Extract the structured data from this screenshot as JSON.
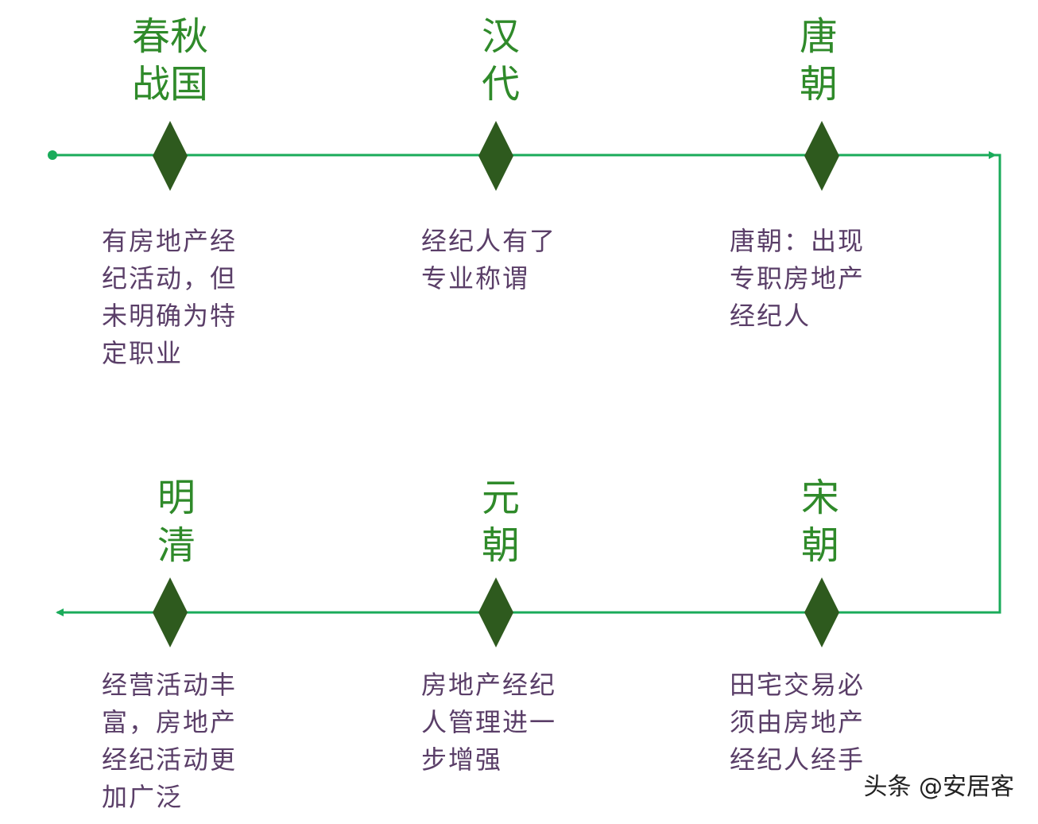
{
  "colors": {
    "line": "#1aab5a",
    "diamond": "#2e5a1e",
    "period_text": "#2f8a2a",
    "desc_text": "#5a3e68"
  },
  "top_row": [
    {
      "period_line1": "春秋",
      "period_line2": "战国",
      "desc": "有房地产经\n纪活动，但\n未明确为特\n定职业"
    },
    {
      "period_line1": "汉",
      "period_line2": "代",
      "desc": "经纪人有了\n专业称谓"
    },
    {
      "period_line1": "唐",
      "period_line2": "朝",
      "desc": "唐朝：出现\n专职房地产\n经纪人"
    }
  ],
  "bottom_row": [
    {
      "period_line1": "明",
      "period_line2": "清",
      "desc": "经营活动丰\n富，房地产\n经纪活动更\n加广泛"
    },
    {
      "period_line1": "元",
      "period_line2": "朝",
      "desc": "房地产经纪\n人管理进一\n步增强"
    },
    {
      "period_line1": "宋",
      "period_line2": "朝",
      "desc": "田宅交易必\n须由房地产\n经纪人经手"
    }
  ],
  "watermark": "头条 @安居客"
}
